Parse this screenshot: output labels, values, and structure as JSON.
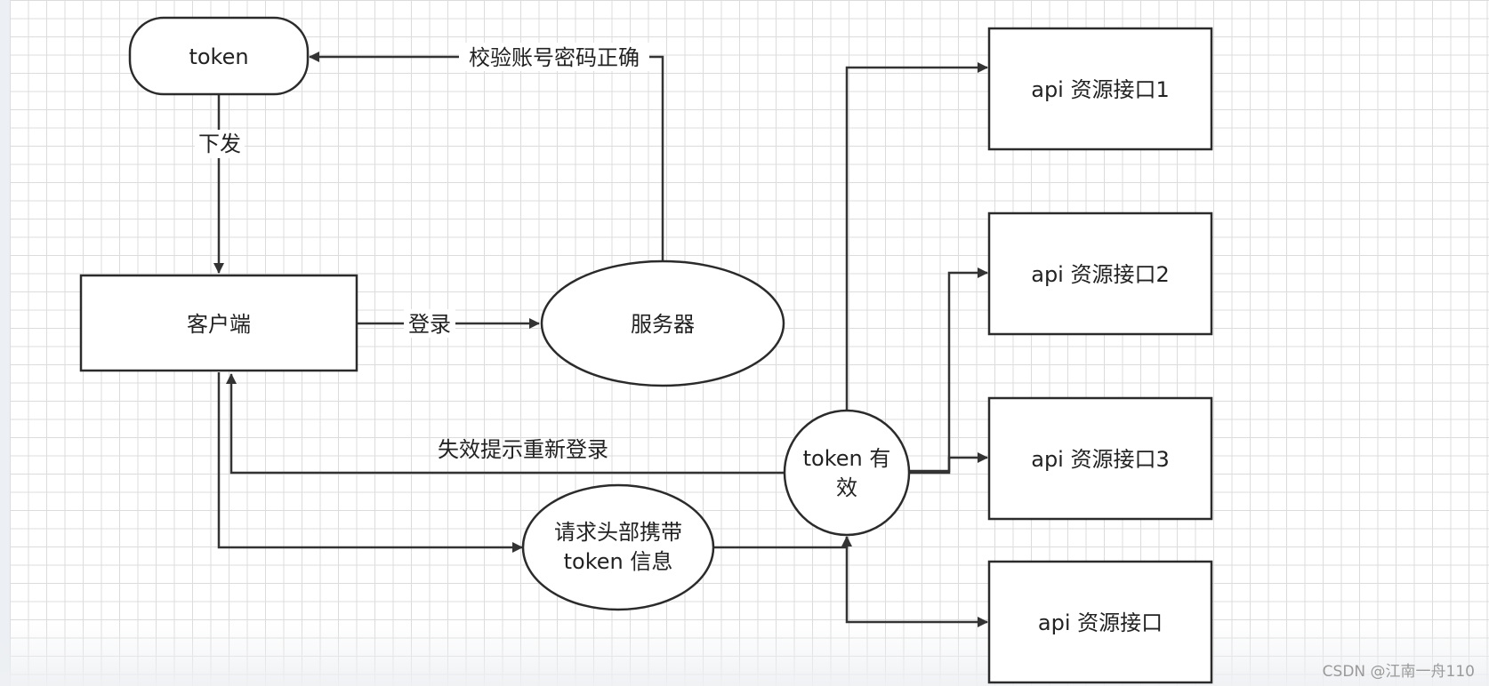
{
  "nodes": {
    "token": "token",
    "client": "客户端",
    "server": "服务器",
    "request_line1": "请求头部携带",
    "request_line2": "token 信息",
    "valid_line1": "token 有",
    "valid_line2": "效",
    "api1": "api 资源接口1",
    "api2": "api 资源接口2",
    "api3": "api 资源接口3",
    "api4": "api 资源接口"
  },
  "edges": {
    "verify_label": "校验账号密码正确",
    "issue_label": "下发",
    "login_label": "登录",
    "invalid_label": "失效提示重新登录"
  },
  "watermark": "CSDN @江南一舟110"
}
